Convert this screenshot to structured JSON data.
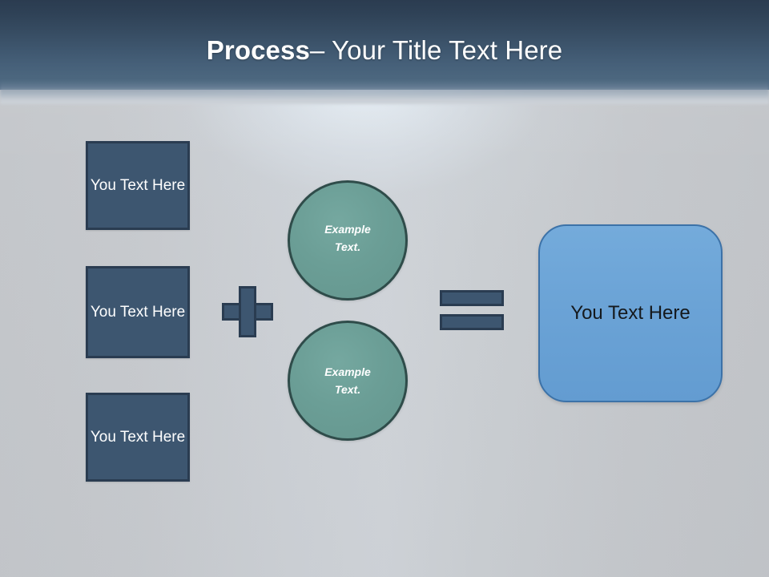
{
  "slide": {
    "title": {
      "bold_part": "Process",
      "rest_part": " – Your Title Text Here"
    }
  },
  "inputs": [
    {
      "label": "You Text Here",
      "name": "input-box-1"
    },
    {
      "label": "You Text Here",
      "name": "input-box-2"
    },
    {
      "label": "You Text Here",
      "name": "input-box-3"
    }
  ],
  "operators": {
    "plus": "+",
    "equals": "="
  },
  "circles": [
    {
      "line1": "Example",
      "line2": "Text."
    },
    {
      "line1": "Example",
      "line2": "Text."
    }
  ],
  "result": {
    "label": "You Text Here"
  },
  "colors": {
    "header_top": "#2b3c50",
    "header_bottom": "#55708a",
    "background": "#c6c9cd",
    "box_fill": "#3d5670",
    "box_border": "#2a3c51",
    "circle_fill": "#6b9e96",
    "circle_border": "#2f4c4a",
    "result_fill": "#6ba3d6",
    "result_border": "#3c72a8",
    "title_text": "#ffffff",
    "result_text": "#15191d"
  }
}
